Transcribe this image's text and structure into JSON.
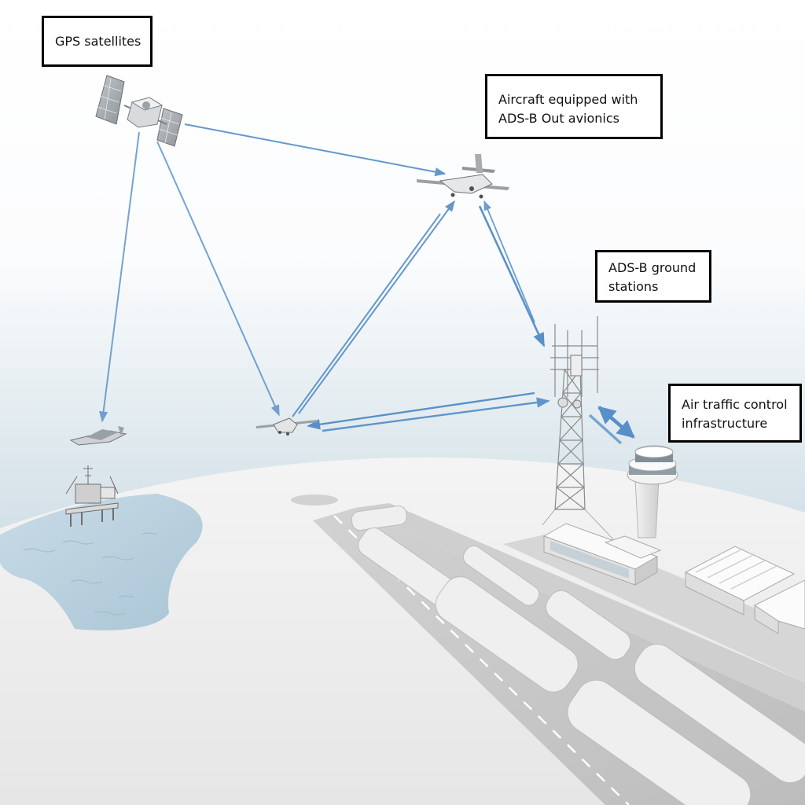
{
  "labels": {
    "gps_satellites": "GPS satellites",
    "aircraft_line1": "Aircraft equipped with",
    "aircraft_line2": "ADS-B Out avionics",
    "ground_line1": "ADS-B ground",
    "ground_line2": "stations",
    "atc_line1": "Air traffic control",
    "atc_line2": "infrastructure"
  },
  "colors": {
    "signal_line": "#4a86c4",
    "sky_top": "#ffffff",
    "sky_bottom": "#d6e3ea",
    "ground": "#ebebeb",
    "water": "#bcd3e0",
    "runway": "#c9c9c9",
    "box_border": "#000000"
  },
  "icons": [
    "satellite-icon",
    "airplane-icon",
    "oil-platform-icon",
    "antenna-tower-icon",
    "control-tower-icon",
    "terminal-building-icon",
    "hangar-icon"
  ]
}
